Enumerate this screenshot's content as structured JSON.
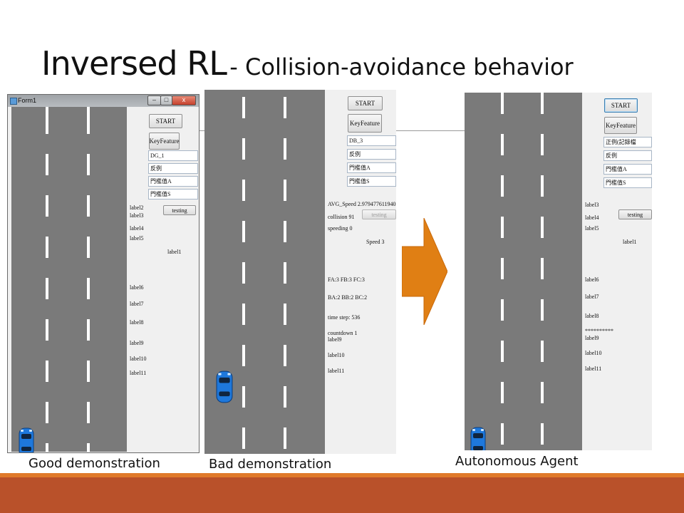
{
  "slide": {
    "title_main": "Inversed RL",
    "title_sub": "- Collision-avoidance behavior",
    "captions": {
      "good": "Good demonstration",
      "bad": "Bad demonstration",
      "agent": "Autonomous Agent"
    },
    "colors": {
      "arrow": "#e07f14",
      "bar_top": "#e07a2a",
      "bar_bottom": "#b9512a",
      "road": "#7a7a7a",
      "car": "#1e78dc"
    }
  },
  "panel_good": {
    "window_title": "Form1",
    "window_buttons": {
      "minimize": "–",
      "maximize": "□",
      "close": "x"
    },
    "start_label": "START",
    "key_label": "KeyFeature",
    "text1": "DG_1",
    "text2": "反例",
    "text3": "門檻值A",
    "text4": "門檻值S",
    "testing_label": "testing",
    "labels": {
      "label2": "label2",
      "label3": "label3",
      "label4": "label4",
      "label5": "label5",
      "label1": "label1",
      "label6": "label6",
      "label7": "label7",
      "label8": "label8",
      "label9": "label9",
      "label10": "label10",
      "label11": "label11"
    }
  },
  "panel_bad": {
    "start_label": "START",
    "key_label": "KeyFeature",
    "text1": "DB_3",
    "text2": "反例",
    "text3": "門檻值A",
    "text4": "門檻值S",
    "avg_speed": "AVG_Speed 2.979477611940",
    "collision": "collision 91",
    "testing_label": "testing",
    "speeding": "speeding 0",
    "speed": "Speed 3",
    "front": "FA:3 FB:3 FC:3",
    "back": "BA:2 BB:2 BC:2",
    "time_step": "time step: 536",
    "countdown": "countdown 1",
    "label9": "label9",
    "label10": "label10",
    "label11": "label11"
  },
  "panel_agent": {
    "start_label": "START",
    "key_label": "KeyFeature",
    "text1": "正例(記錄檔",
    "text2": "反例",
    "text3": "門檻值A",
    "text4": "門檻值S",
    "testing_label": "testing",
    "stars": "**********",
    "labels": {
      "label3": "label3",
      "label4": "label4",
      "label5": "label5",
      "label1": "label1",
      "label6": "label6",
      "label7": "label7",
      "label8": "label8",
      "label9": "label9",
      "label10": "label10",
      "label11": "label11"
    }
  }
}
